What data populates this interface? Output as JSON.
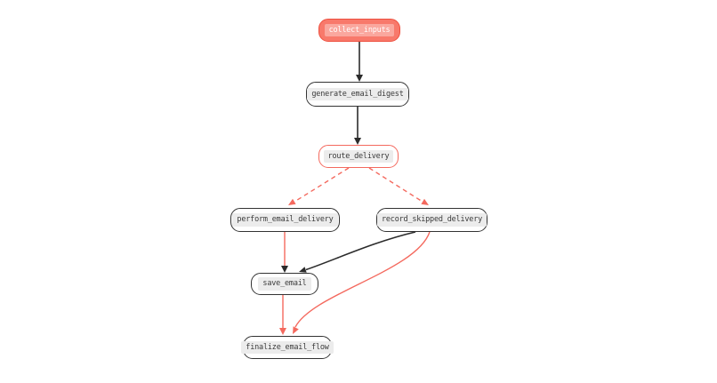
{
  "diagram": {
    "type": "flowchart",
    "direction": "top-down",
    "nodes": [
      {
        "id": "collect_inputs",
        "label": "collect_inputs",
        "style": "start-highlighted"
      },
      {
        "id": "generate_email_digest",
        "label": "generate_email_digest",
        "style": "default"
      },
      {
        "id": "route_delivery",
        "label": "route_delivery",
        "style": "red-outline"
      },
      {
        "id": "perform_email_delivery",
        "label": "perform_email_delivery",
        "style": "default"
      },
      {
        "id": "record_skipped_delivery",
        "label": "record_skipped_delivery",
        "style": "default"
      },
      {
        "id": "save_email",
        "label": "save_email",
        "style": "default"
      },
      {
        "id": "finalize_email_flow",
        "label": "finalize_email_flow",
        "style": "default"
      }
    ],
    "edges": [
      {
        "from": "collect_inputs",
        "to": "generate_email_digest",
        "line": "solid",
        "color": "black"
      },
      {
        "from": "generate_email_digest",
        "to": "route_delivery",
        "line": "solid",
        "color": "black"
      },
      {
        "from": "route_delivery",
        "to": "perform_email_delivery",
        "line": "dashed",
        "color": "red"
      },
      {
        "from": "route_delivery",
        "to": "record_skipped_delivery",
        "line": "dashed",
        "color": "red"
      },
      {
        "from": "perform_email_delivery",
        "to": "save_email",
        "line": "solid",
        "color": "red",
        "arrowhead": "black"
      },
      {
        "from": "record_skipped_delivery",
        "to": "save_email",
        "line": "solid",
        "color": "black"
      },
      {
        "from": "save_email",
        "to": "finalize_email_flow",
        "line": "solid",
        "color": "red"
      },
      {
        "from": "record_skipped_delivery",
        "to": "finalize_email_flow",
        "line": "solid",
        "color": "red"
      }
    ],
    "colors": {
      "background": "#ffffff",
      "node_fill": "#ffffff",
      "node_border": "#333333",
      "label_pill_bg": "#ececec",
      "label_text": "#3a3a3a",
      "edge_black": "#2b2b2b",
      "edge_red": "#f4695e",
      "start_node_fill": "#f8796b",
      "start_node_border": "#ee5140",
      "start_label_text": "#ffffff"
    }
  }
}
